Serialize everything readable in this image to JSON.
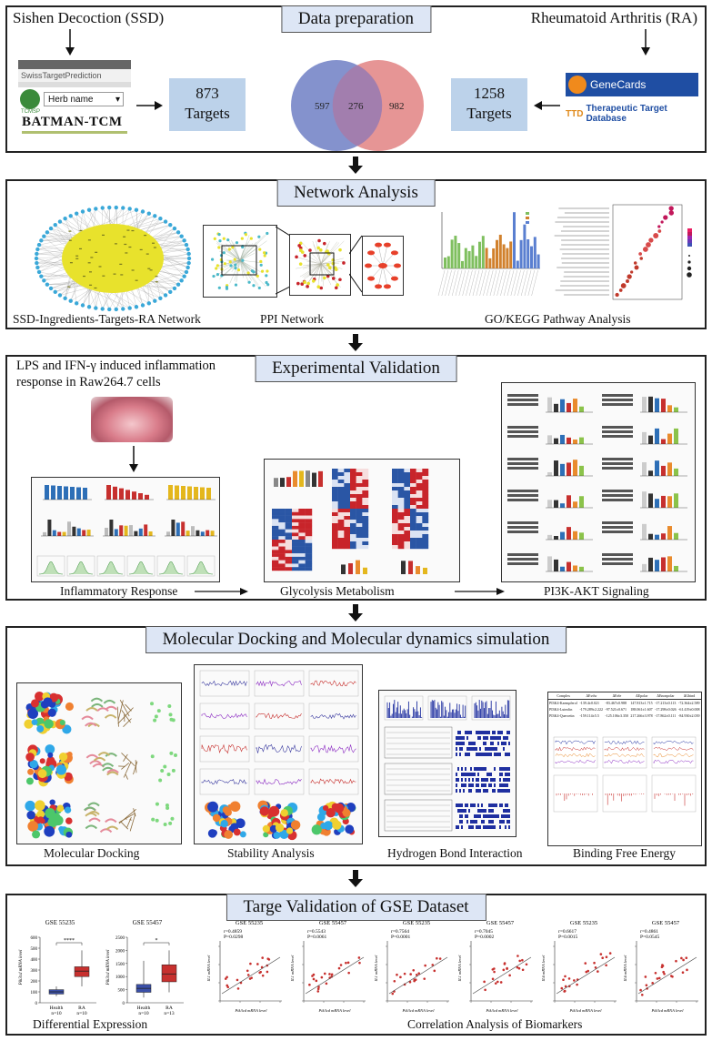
{
  "sec1": {
    "title": "Data preparation",
    "left_label": "Sishen Decoction (SSD)",
    "right_label": "Rheumatoid Arthritis (RA)",
    "swiss": "SwissTargetPrediction",
    "herb_placeholder": "Herb name",
    "tcmsp": "TCMSP",
    "batman": "BATMAN-TCM",
    "genecards": "GeneCards",
    "ttd": "Therapeutic Target Database",
    "left_count": "873",
    "right_count": "1258",
    "targets_label": "Targets",
    "venn_left": "597",
    "venn_mid": "276",
    "venn_right": "982"
  },
  "sec2": {
    "title": "Network Analysis",
    "cap1": "SSD-Ingredients-Targets-RA Network",
    "cap2": "PPI Network",
    "cap3": "GO/KEGG Pathway Analysis"
  },
  "sec3": {
    "title": "Experimental Validation",
    "desc_line1": "LPS and IFN-γ induced inflammation",
    "desc_line2": "response in Raw264.7 cells",
    "cap1": "Inflammatory Response",
    "cap2": "Glycolysis Metabolism",
    "cap3": "PI3K-AKT Signaling"
  },
  "sec4": {
    "title": "Molecular Docking and Molecular dynamics simulation",
    "cap1": "Molecular Docking",
    "cap2": "Stability Analysis",
    "cap3": "Hydrogen Bond Interaction",
    "cap4": "Binding Free Energy",
    "table_headers": [
      "Complex",
      "ΔEvdw",
      "ΔEele",
      "ΔEpolar",
      "ΔEnonpolar",
      "ΔGbind"
    ],
    "table_rows": [
      [
        "PI3K4-Kaempferol",
        "-139.4±0.021",
        "-83.467±0.988",
        "147.813±1.715",
        "-17.213±0.113",
        "-72.364±2.589"
      ],
      [
        "PI3K4-Luteolin",
        "-179.289±2.222",
        "-97.521±0.671",
        "188.061±1.607",
        "-17.298±0.026",
        "-61.419±0.008"
      ],
      [
        "PI3K4-Quercetin",
        "-159.114±5.5",
        "-125.106±3.350",
        "217.266±3.978",
        "-17.862±0.111",
        "-84.930±2.039"
      ]
    ]
  },
  "sec5": {
    "title": "Targe Validation of  GSE Dataset",
    "cap1": "Differential Expression",
    "cap2": "Correlation Analysis of Biomarkers",
    "box1_title": "GSE 55235",
    "box2_title": "GSE 55457",
    "box_ylabel": "Pik3cd mRNA level",
    "box1_sig": "****",
    "box2_sig": "*",
    "box1_groups": [
      "Health",
      "RA"
    ],
    "box1_n": [
      "n=10",
      "n=10"
    ],
    "box2_groups": [
      "Health",
      "RA"
    ],
    "box2_n": [
      "n=10",
      "n=13"
    ],
    "scatters": [
      {
        "title": "GSE 55235",
        "r": "r=0.4859",
        "p": "P=0.0298",
        "ylabel": "IL1 mRNA level"
      },
      {
        "title": "GSE 55457",
        "r": "r=0.5543",
        "p": "P=0.0061",
        "ylabel": "IL1 mRNA level"
      },
      {
        "title": "GSE 55235",
        "r": "r=0.7564",
        "p": "P=0.0001",
        "ylabel": "IL1 mRNA level"
      },
      {
        "title": "GSE 55457",
        "r": "r=0.7045",
        "p": "P=0.0002",
        "ylabel": "IL1 mRNA level"
      },
      {
        "title": "GSE 55235",
        "r": "r=0.6617",
        "p": "P=0.0015",
        "ylabel": "IL6 mRNA level"
      },
      {
        "title": "GSE 55457",
        "r": "r=0.4861",
        "p": "P=0.0545",
        "ylabel": "IL6 mRNA level"
      }
    ],
    "scatter_xlabel": "Pik3cd mRNA level"
  },
  "colors": {
    "title_fill": "#dde6f5",
    "target_box": "#bcd2ea",
    "venn_left": "#6f7fc4",
    "venn_right": "#e07a7a",
    "network_yellow": "#e8e22c",
    "heat_red": "#c8242a",
    "heat_blue": "#2a56a5"
  }
}
